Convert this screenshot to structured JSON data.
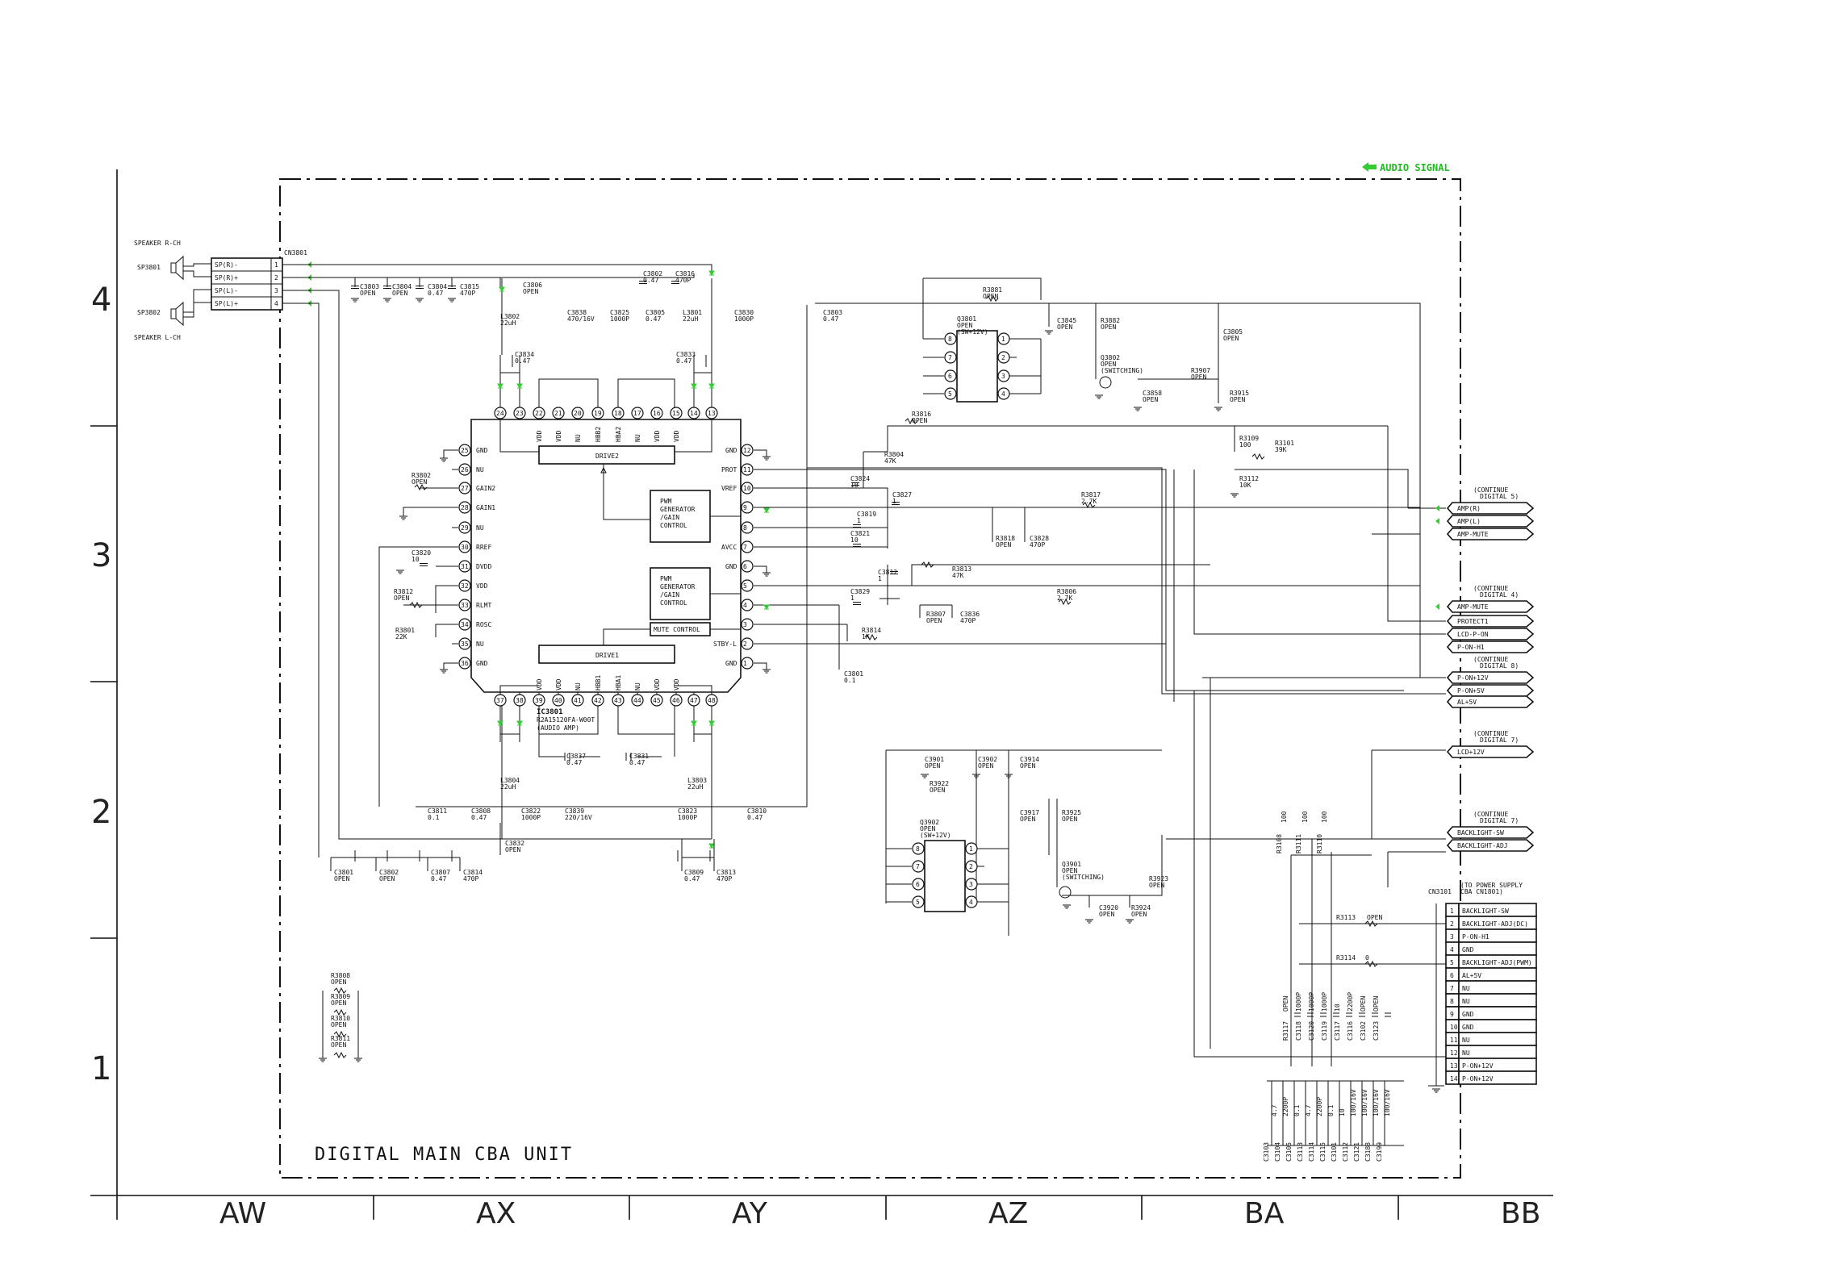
{
  "legend": {
    "audio_signal": "AUDIO SIGNAL",
    "color": "#33cc33"
  },
  "unit_label": "DIGITAL MAIN CBA UNIT",
  "row_labels": [
    "4",
    "3",
    "2",
    "1"
  ],
  "columns": [
    "AW",
    "AX",
    "AY",
    "AZ",
    "BA",
    "BB"
  ],
  "speakers": {
    "r_label": "SPEAKER R-CH",
    "r_ref": "SP3801",
    "l_ref": "SP3802",
    "l_label": "SPEAKER L-CH",
    "cn_ref": "CN3801",
    "pins": [
      {
        "label": "SP(R)-",
        "num": "1"
      },
      {
        "label": "SP(R)+",
        "num": "2"
      },
      {
        "label": "SP(L)-",
        "num": "3"
      },
      {
        "label": "SP(L)+",
        "num": "4"
      }
    ]
  },
  "ic": {
    "ref": "IC3801",
    "part": "R2A15120FA-W00T",
    "desc": "(AUDIO AMP)",
    "drive2": "DRIVE2",
    "drive1": "DRIVE1",
    "pwm_a": [
      "PWM",
      "GENERATOR",
      "/GAIN",
      "CONTROL"
    ],
    "pwm_b": [
      "PWM",
      "GENERATOR",
      "/GAIN",
      "CONTROL"
    ],
    "mute": "MUTE CONTROL",
    "top_pins": [
      {
        "num": "24",
        "name": ""
      },
      {
        "num": "23",
        "name": ""
      },
      {
        "num": "22",
        "name": "VDD"
      },
      {
        "num": "21",
        "name": "VDD"
      },
      {
        "num": "20",
        "name": "NU"
      },
      {
        "num": "19",
        "name": "HBB2"
      },
      {
        "num": "18",
        "name": "HBA2"
      },
      {
        "num": "17",
        "name": "NU"
      },
      {
        "num": "16",
        "name": "VDD"
      },
      {
        "num": "15",
        "name": "VDD"
      },
      {
        "num": "14",
        "name": ""
      },
      {
        "num": "13",
        "name": ""
      }
    ],
    "bottom_pins": [
      {
        "num": "37",
        "name": ""
      },
      {
        "num": "38",
        "name": ""
      },
      {
        "num": "39",
        "name": "VDD"
      },
      {
        "num": "40",
        "name": "VDD"
      },
      {
        "num": "41",
        "name": "NU"
      },
      {
        "num": "42",
        "name": "HBB1"
      },
      {
        "num": "43",
        "name": "HBA1"
      },
      {
        "num": "44",
        "name": "NU"
      },
      {
        "num": "45",
        "name": "VDD"
      },
      {
        "num": "46",
        "name": "VDD"
      },
      {
        "num": "47",
        "name": ""
      },
      {
        "num": "48",
        "name": ""
      }
    ],
    "left_pins": [
      {
        "num": "25",
        "name": "GND"
      },
      {
        "num": "26",
        "name": "NU"
      },
      {
        "num": "27",
        "name": "GAIN2"
      },
      {
        "num": "28",
        "name": "GAIN1"
      },
      {
        "num": "29",
        "name": "NU"
      },
      {
        "num": "30",
        "name": "RREF"
      },
      {
        "num": "31",
        "name": "DVDD"
      },
      {
        "num": "32",
        "name": "VDD"
      },
      {
        "num": "33",
        "name": "RLMT"
      },
      {
        "num": "34",
        "name": "ROSC"
      },
      {
        "num": "35",
        "name": "NU"
      },
      {
        "num": "36",
        "name": "GND"
      }
    ],
    "right_pins": [
      {
        "num": "12",
        "name": "GND"
      },
      {
        "num": "11",
        "name": "PROT"
      },
      {
        "num": "10",
        "name": "VREF"
      },
      {
        "num": "9",
        "name": ""
      },
      {
        "num": "8",
        "name": ""
      },
      {
        "num": "7",
        "name": "AVCC"
      },
      {
        "num": "6",
        "name": "GND"
      },
      {
        "num": "5",
        "name": ""
      },
      {
        "num": "4",
        "name": ""
      },
      {
        "num": "3",
        "name": ""
      },
      {
        "num": "2",
        "name": "STBY-L"
      },
      {
        "num": "1",
        "name": "GND"
      }
    ]
  },
  "components": [
    {
      "ref": "C3803",
      "val": "OPEN"
    },
    {
      "ref": "C3804",
      "val": "OPEN"
    },
    {
      "ref": "C3804",
      "val": "0.47"
    },
    {
      "ref": "C3815",
      "val": "470P"
    },
    {
      "ref": "C3806",
      "val": "OPEN"
    },
    {
      "ref": "C3802",
      "val": "0.47"
    },
    {
      "ref": "C3816",
      "val": "470P"
    },
    {
      "ref": "L3802",
      "val": "22uH"
    },
    {
      "ref": "C3838",
      "val": "470/16V"
    },
    {
      "ref": "C3825",
      "val": "1000P"
    },
    {
      "ref": "C3805",
      "val": "0.47"
    },
    {
      "ref": "L3801",
      "val": "22uH"
    },
    {
      "ref": "C3830",
      "val": "1000P"
    },
    {
      "ref": "C3803",
      "val": "0.47"
    },
    {
      "ref": "C3834",
      "val": "0.47"
    },
    {
      "ref": "C3833",
      "val": "0.47"
    },
    {
      "ref": "R3802",
      "val": "OPEN"
    },
    {
      "ref": "C3820",
      "val": "10"
    },
    {
      "ref": "R3812",
      "val": "OPEN"
    },
    {
      "ref": "R3801",
      "val": "22K"
    },
    {
      "ref": "C3824",
      "val": "10"
    },
    {
      "ref": "C3827",
      "val": "1"
    },
    {
      "ref": "C3819",
      "val": "1"
    },
    {
      "ref": "C3821",
      "val": "10"
    },
    {
      "ref": "C3812",
      "val": "1"
    },
    {
      "ref": "C3829",
      "val": "1"
    },
    {
      "ref": "R3814",
      "val": "1K"
    },
    {
      "ref": "C3801",
      "val": "0.1"
    },
    {
      "ref": "R3816",
      "val": "OPEN"
    },
    {
      "ref": "R3804",
      "val": "47K"
    },
    {
      "ref": "R3817",
      "val": "2.7K"
    },
    {
      "ref": "R3818",
      "val": "OPEN"
    },
    {
      "ref": "C3828",
      "val": "470P"
    },
    {
      "ref": "R3813",
      "val": "47K"
    },
    {
      "ref": "R3807",
      "val": "OPEN"
    },
    {
      "ref": "C3836",
      "val": "470P"
    },
    {
      "ref": "R3806",
      "val": "2.7K"
    },
    {
      "ref": "C3837",
      "val": "0.47"
    },
    {
      "ref": "C3831",
      "val": "0.47"
    },
    {
      "ref": "L3804",
      "val": "22uH"
    },
    {
      "ref": "L3803",
      "val": "22uH"
    },
    {
      "ref": "C3811",
      "val": "0.1"
    },
    {
      "ref": "C3808",
      "val": "0.47"
    },
    {
      "ref": "C3822",
      "val": "1000P"
    },
    {
      "ref": "C3839",
      "val": "220/16V"
    },
    {
      "ref": "C3823",
      "val": "1000P"
    },
    {
      "ref": "C3810",
      "val": "0.47"
    },
    {
      "ref": "C3832",
      "val": "OPEN"
    },
    {
      "ref": "C3801",
      "val": "OPEN"
    },
    {
      "ref": "C3802",
      "val": "OPEN"
    },
    {
      "ref": "C3807",
      "val": "0.47"
    },
    {
      "ref": "C3814",
      "val": "470P"
    },
    {
      "ref": "C3809",
      "val": "0.47"
    },
    {
      "ref": "C3813",
      "val": "470P"
    },
    {
      "ref": "R3881",
      "val": "OPEN"
    },
    {
      "ref": "C3845",
      "val": "OPEN"
    },
    {
      "ref": "R3882",
      "val": "OPEN"
    },
    {
      "ref": "Q3802",
      "val": "OPEN"
    },
    {
      "ref": "C3858",
      "val": "OPEN"
    },
    {
      "ref": "R3907",
      "val": "OPEN"
    },
    {
      "ref": "R3915",
      "val": "OPEN"
    },
    {
      "ref": "C3805",
      "val": "OPEN"
    },
    {
      "ref": "R3109",
      "val": "100"
    },
    {
      "ref": "R3101",
      "val": "39K"
    },
    {
      "ref": "R3112",
      "val": "10K"
    },
    {
      "ref": "C3901",
      "val": "OPEN"
    },
    {
      "ref": "C3902",
      "val": "OPEN"
    },
    {
      "ref": "C3914",
      "val": "OPEN"
    },
    {
      "ref": "R3922",
      "val": "OPEN"
    },
    {
      "ref": "C3917",
      "val": "OPEN"
    },
    {
      "ref": "R3925",
      "val": "OPEN"
    },
    {
      "ref": "Q3901",
      "val": "OPEN"
    },
    {
      "ref": "R3923",
      "val": "OPEN"
    },
    {
      "ref": "C3920",
      "val": "OPEN"
    },
    {
      "ref": "R3924",
      "val": "OPEN"
    },
    {
      "ref": "R3808",
      "val": "OPEN"
    },
    {
      "ref": "R3809",
      "val": "OPEN"
    },
    {
      "ref": "R3810",
      "val": "OPEN"
    },
    {
      "ref": "R3811",
      "val": "OPEN"
    }
  ],
  "q3801": {
    "ref": "Q3801",
    "val": "OPEN",
    "sub": "(SW+12V)",
    "pins_l": [
      "8",
      "7",
      "6",
      "5"
    ],
    "pins_r": [
      "1",
      "2",
      "3",
      "4"
    ]
  },
  "q3902": {
    "ref": "Q3902",
    "val": "OPEN",
    "sub": "(SW+12V)",
    "pins_l": [
      "8",
      "7",
      "6",
      "5"
    ],
    "pins_r": [
      "1",
      "2",
      "3",
      "4"
    ]
  },
  "q3802_sub": "(SWITCHING)",
  "q3901_sub": "(SWITCHING)",
  "connectors": [
    {
      "note": [
        "(CONTINUE",
        "DIGITAL 5)"
      ],
      "signals": [
        "AMP(R)",
        "AMP(L)",
        "AMP-MUTE"
      ]
    },
    {
      "note": [
        "(CONTINUE",
        "DIGITAL 4)"
      ],
      "signals": [
        "AMP-MUTE",
        "PROTECT1",
        "LCD-P-ON",
        "P-ON-H1"
      ]
    },
    {
      "note": [
        "(CONTINUE",
        "DIGITAL 8)"
      ],
      "signals": [
        "P-ON+12V",
        "P-ON+5V",
        "AL+5V"
      ]
    },
    {
      "note": [
        "(CONTINUE",
        "DIGITAL 7)"
      ],
      "signals": [
        "LCD+12V"
      ]
    },
    {
      "note": [
        "(CONTINUE",
        "DIGITAL 7)"
      ],
      "signals": [
        "BACKLIGHT-SW",
        "BACKLIGHT-ADJ"
      ]
    }
  ],
  "cn3101": {
    "ref": "CN3101",
    "title": [
      "(TO POWER SUPPLY",
      "CBA CN1801)"
    ],
    "pins": [
      {
        "num": "1",
        "sig": "BACKLIGHT-SW"
      },
      {
        "num": "2",
        "sig": "BACKLIGHT-ADJ(DC)"
      },
      {
        "num": "3",
        "sig": "P-ON-H1"
      },
      {
        "num": "4",
        "sig": "GND"
      },
      {
        "num": "5",
        "sig": "BACKLIGHT-ADJ(PWM)"
      },
      {
        "num": "6",
        "sig": "AL+5V"
      },
      {
        "num": "7",
        "sig": "NU"
      },
      {
        "num": "8",
        "sig": "NU"
      },
      {
        "num": "9",
        "sig": "GND"
      },
      {
        "num": "10",
        "sig": "GND"
      },
      {
        "num": "11",
        "sig": "NU"
      },
      {
        "num": "12",
        "sig": "NU"
      },
      {
        "num": "13",
        "sig": "P-ON+12V"
      },
      {
        "num": "14",
        "sig": "P-ON+12V"
      }
    ]
  },
  "r3108": "R3108",
  "r3108_val": "100",
  "r3111": "R3111",
  "r3111_val": "100",
  "r3110": "R3110",
  "r3110_val": "100",
  "r3113": "R3113",
  "r3113_val": "OPEN",
  "r3114": "R3114",
  "r3114_val": "0",
  "mid_caps": [
    {
      "ref": "R3117",
      "val": "OPEN"
    },
    {
      "ref": "C3118",
      "val": "1000P"
    },
    {
      "ref": "C3120",
      "val": "1000P"
    },
    {
      "ref": "C3119",
      "val": "1000P"
    },
    {
      "ref": "C3117",
      "val": "10"
    },
    {
      "ref": "C3116",
      "val": "2200P"
    },
    {
      "ref": "C3102",
      "val": "OPEN"
    },
    {
      "ref": "C3123",
      "val": "OPEN"
    }
  ],
  "bottom_caps": [
    {
      "ref": "C3103",
      "val": "4.7"
    },
    {
      "ref": "C3104",
      "val": "2200P"
    },
    {
      "ref": "C3105",
      "val": "0.1"
    },
    {
      "ref": "C3113",
      "val": "4.7"
    },
    {
      "ref": "C3114",
      "val": "2200P"
    },
    {
      "ref": "C3115",
      "val": "0.1"
    },
    {
      "ref": "C3101",
      "val": "10"
    },
    {
      "ref": "C3112",
      "val": "100/16V"
    },
    {
      "ref": "C3121",
      "val": "100/16V"
    },
    {
      "ref": "C3188",
      "val": "100/16V"
    },
    {
      "ref": "C3199",
      "val": "100/16V"
    }
  ]
}
